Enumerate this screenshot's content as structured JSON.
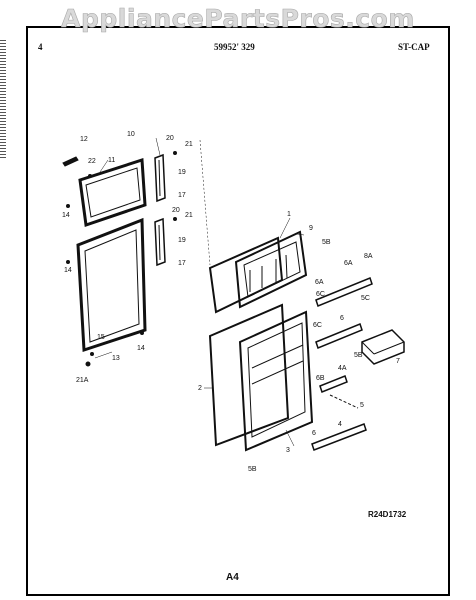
{
  "header": {
    "watermark": "AppliancePartsPros.com",
    "page_num": "4",
    "model_code": "59952' 329",
    "section_code": "ST-CAP"
  },
  "footer": {
    "drawing_id": "R24D1732",
    "page_id": "A4"
  },
  "callouts": {
    "n12": "12",
    "n10": "10",
    "n20a": "20",
    "n21a": "21",
    "n22": "22",
    "n11": "11",
    "n19a": "19",
    "n17a": "17",
    "n14a": "14",
    "n20b": "20",
    "n21b": "21",
    "n19b": "19",
    "n17b": "17",
    "n14b": "14",
    "n15": "15",
    "n13": "13",
    "n14c": "14",
    "n21c": "21A",
    "n1": "1",
    "n9": "9",
    "n5b": "5B",
    "n6a1": "6A",
    "n8a": "8A",
    "n6a2": "6A",
    "n6c1": "6C",
    "n5c": "5C",
    "n6c2": "6C",
    "n6": "6",
    "n7": "7",
    "n5b2": "5B",
    "n2": "2",
    "n6b": "6B",
    "n4a": "4A",
    "n5": "5",
    "n4": "4",
    "n6x": "6",
    "n3": "3",
    "n5b3": "5B"
  }
}
